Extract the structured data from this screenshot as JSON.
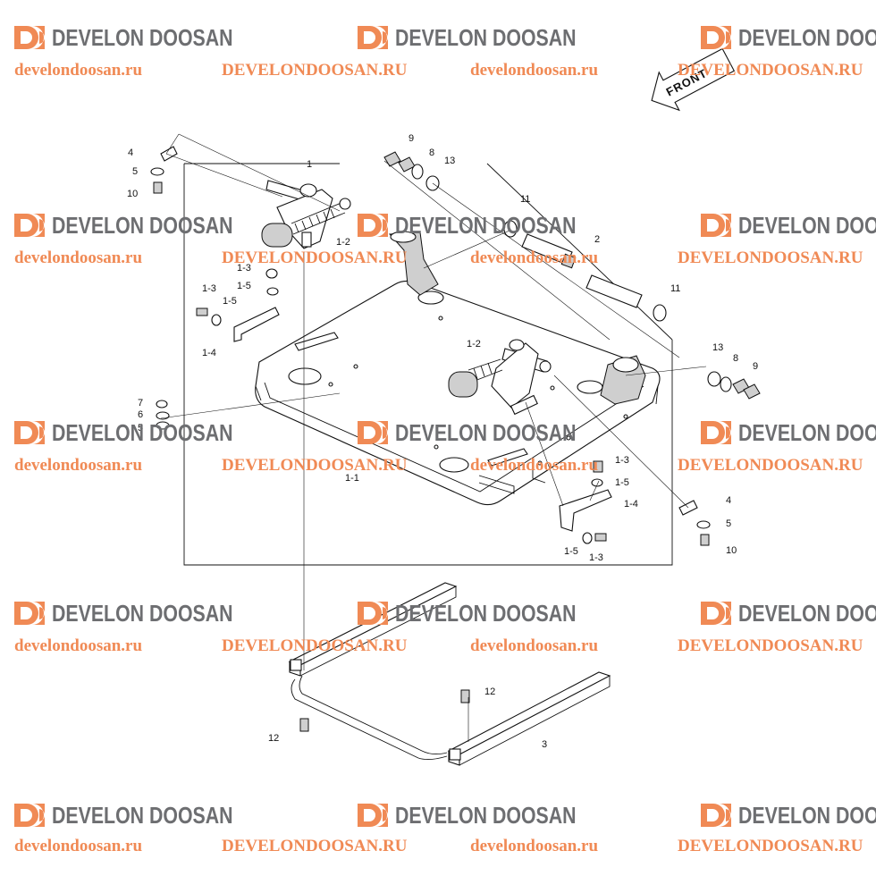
{
  "watermark": {
    "brand": "DEVELON DOOSAN",
    "url_lower": "develondoosan.ru",
    "url_upper": "DEVELONDOOSAN.RU",
    "brand_color": "#6d6e71",
    "accent_color": "#f08a55"
  },
  "front_label": "FRONT",
  "callouts": {
    "c1": "1",
    "c1_1": "1-1",
    "c1_2a": "1-2",
    "c1_2b": "1-2",
    "c1_3a": "1-3",
    "c1_3b": "1-3",
    "c1_3c": "1-3",
    "c1_3d": "1-3",
    "c1_4a": "1-4",
    "c1_4b": "1-4",
    "c1_5a": "1-5",
    "c1_5b": "1-5",
    "c1_5c": "1-5",
    "c1_5d": "1-5",
    "c2": "2",
    "c3": "3",
    "c4a": "4",
    "c4b": "4",
    "c5a": "5",
    "c5b": "5",
    "c5c": "5",
    "c6": "6",
    "c7": "7",
    "c8a": "8",
    "c8b": "8",
    "c9a": "9",
    "c9b": "9",
    "c10a": "10",
    "c10b": "10",
    "c11a": "11",
    "c11b": "11",
    "c12a": "12",
    "c12b": "12",
    "c13a": "13",
    "c13b": "13"
  }
}
